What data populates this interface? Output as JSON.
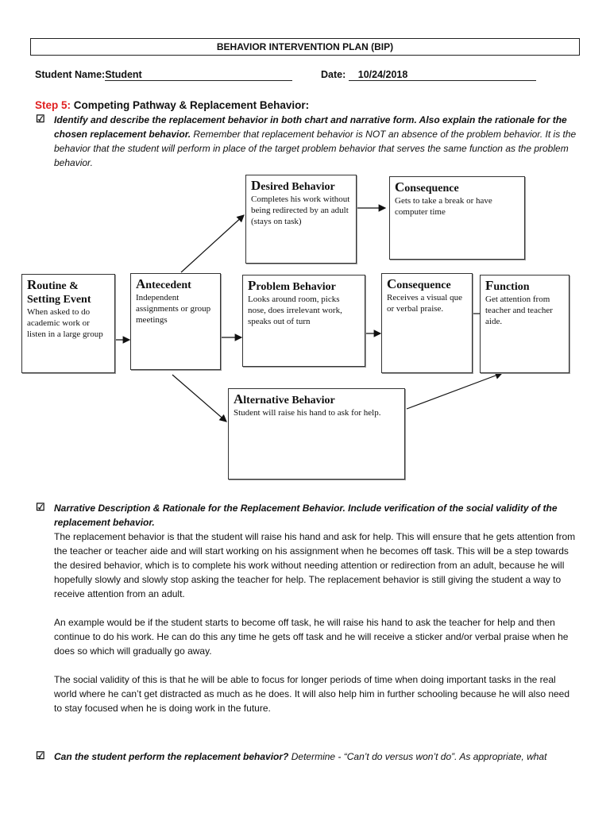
{
  "header": {
    "title": "BEHAVIOR INTERVENTION PLAN (BIP)",
    "student_label": "Student Name:",
    "student_value": " Student",
    "date_label": "Date:",
    "date_value": "10/24/2018"
  },
  "step": {
    "number": "Step 5:",
    "title": "Competing Pathway & Replacement Behavior:",
    "checkbox_icon": "checked-box-icon",
    "bold_instruction": "Identify and describe the replacement behavior in both chart and narrative form. Also explain the rationale for the chosen replacement behavior.",
    "instruction": " Remember that replacement behavior is NOT an absence of the problem behavior. It is the behavior that the student will perform in place of the target problem behavior that serves the same function as the problem behavior."
  },
  "diagram": {
    "routine": {
      "title": "Routine & Setting Event",
      "text": "When asked to do academic work or listen in a large group"
    },
    "antecedent": {
      "title": "Antecedent",
      "text": "Independent assignments or group meetings"
    },
    "desired": {
      "title": "Desired Behavior",
      "text": "Completes his work without being redirected by an adult (stays on task)"
    },
    "consequence_desired": {
      "title": "Consequence",
      "text": "Gets to take a break or have computer time"
    },
    "problem": {
      "title": "Problem Behavior",
      "text": "Looks around room, picks nose, does irrelevant work, speaks out of turn"
    },
    "consequence_problem": {
      "title": "Consequence",
      "text": "Receives a visual que or verbal praise."
    },
    "function": {
      "title": "Function",
      "text": "Get attention from teacher and teacher aide."
    },
    "alternative": {
      "title": "Alternative Behavior",
      "text": "Student will raise his hand to ask for help."
    }
  },
  "narrative": {
    "heading": "Narrative Description & Rationale for the Replacement Behavior. Include verification of the social validity of the replacement behavior.",
    "paragraphs": [
      "The replacement behavior is that the student will raise his hand and ask for help. This will ensure that he gets attention from the teacher or teacher aide and will start working on his assignment when he becomes off task. This will be a step towards the desired behavior, which is to complete his work without needing attention or redirection from an adult, because he will hopefully slowly and slowly stop asking the teacher for help. The replacement behavior is still giving the student a way to receive attention from an adult.",
      "An example would be if the student starts to become off task, he will raise his hand to ask the teacher for help and then continue to do his work. He can do this any time he gets off task and he will receive a sticker and/or verbal praise when he does so which will gradually go away.",
      "The social validity of this is that he will be able to focus for longer periods of time when doing important tasks in the real world where he can’t get distracted as much as he does. It will also help him in further schooling because he will also need to stay focused when he is doing work in the future."
    ]
  },
  "question": {
    "bold": "Can the student perform the replacement behavior?",
    "rest": "  Determine  - “Can’t do versus won’t do”.  As appropriate, what"
  },
  "colors": {
    "step_red": "#e02020"
  }
}
